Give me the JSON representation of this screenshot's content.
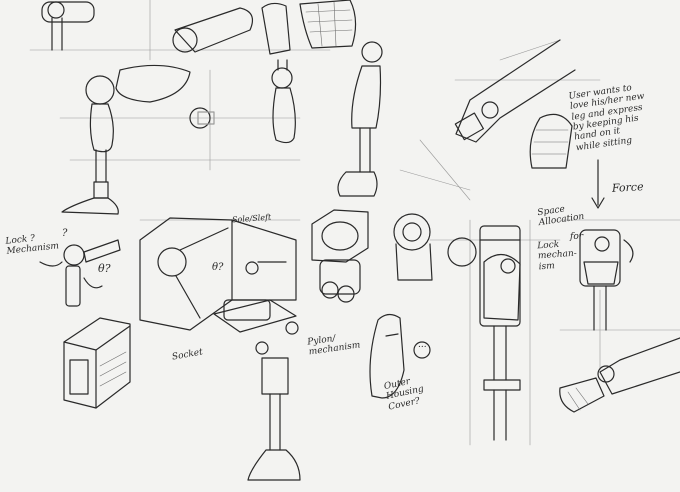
{
  "notes": {
    "user_note": "User wants to\nlove his/her new\nleg and express\nby keeping his\nhand on it\nwhile sitting",
    "force": "Force",
    "lock_mechanism": "Lock ?\nMechanism",
    "question_1": "?",
    "theta": "θ?",
    "question_2": "θ?",
    "sole": "Sole/Sleft",
    "socket": "Socket",
    "pylon": "Pylon/\nmechanism",
    "outer_cover": "Outer\nHousing\nCover?",
    "space_allocation": "Space\nAllocation",
    "for": "for",
    "lock_mechanism_2": "Lock\nmechan-\nism",
    "dots": "..."
  },
  "colors": {
    "paper": "#f3f3f1",
    "ink": "#2a2a2a",
    "hatch": "#6d6d6d"
  }
}
